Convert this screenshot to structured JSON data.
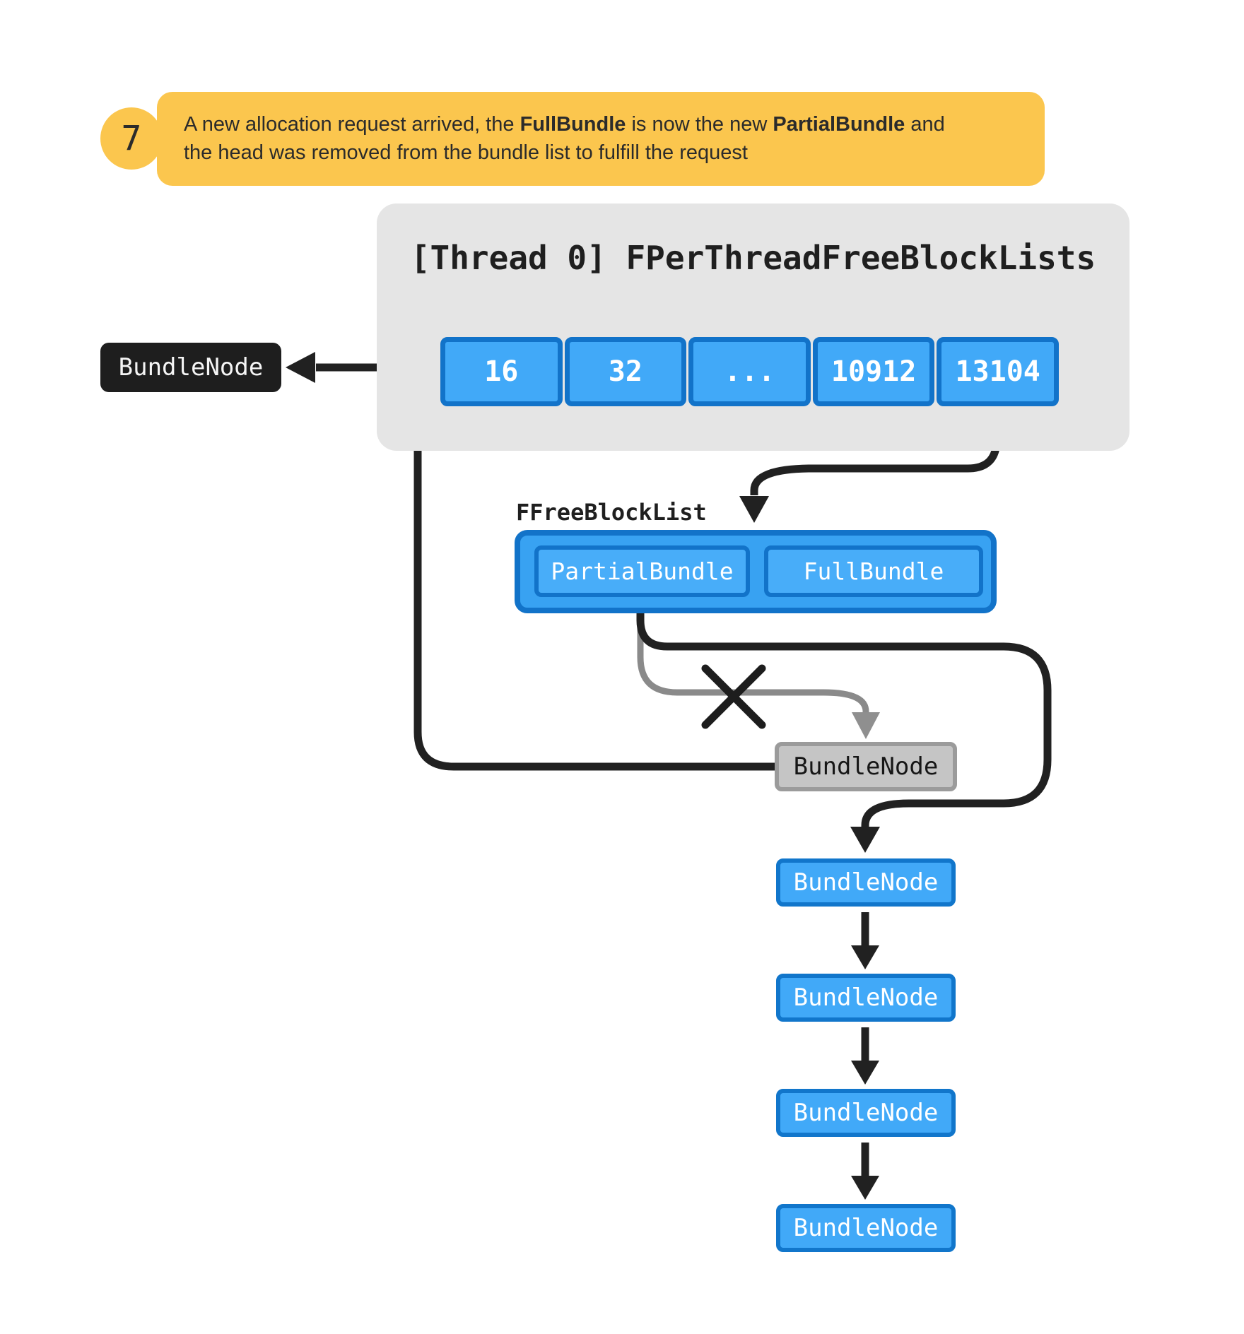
{
  "callout": {
    "number": "7",
    "segments": [
      {
        "text": "A new allocation request arrived, the ",
        "bold": false
      },
      {
        "text": "FullBundle",
        "bold": true
      },
      {
        "text": " is now the new ",
        "bold": false
      },
      {
        "text": "PartialBundle",
        "bold": true
      },
      {
        "text": " and",
        "bold": false
      },
      {
        "br": true
      },
      {
        "text": "the head was removed from the bundle list to fulfill the request",
        "bold": false
      }
    ]
  },
  "panel": {
    "title": "[Thread 0] FPerThreadFreeBlockLists",
    "cells": [
      "16",
      "32",
      "...",
      "10912",
      "13104"
    ]
  },
  "removed_node": {
    "label": "BundleNode"
  },
  "free_block_list": {
    "label": "FFreeBlockList",
    "partial_bundle": "PartialBundle",
    "full_bundle": "FullBundle"
  },
  "old_head_node": {
    "label": "BundleNode"
  },
  "chain": {
    "nodes": [
      "BundleNode",
      "BundleNode",
      "BundleNode",
      "BundleNode"
    ]
  },
  "colors": {
    "accent_blue_fill": "#41a9f8",
    "accent_blue_border": "#1273c9",
    "callout_yellow": "#fbc64e",
    "panel_gray": "#e5e5e5",
    "node_black": "#1e1e1e",
    "removed_gray_fill": "#c5c5c5",
    "removed_gray_border": "#9b9b9b",
    "line_black": "#212121",
    "line_gray": "#8a8a8a"
  }
}
